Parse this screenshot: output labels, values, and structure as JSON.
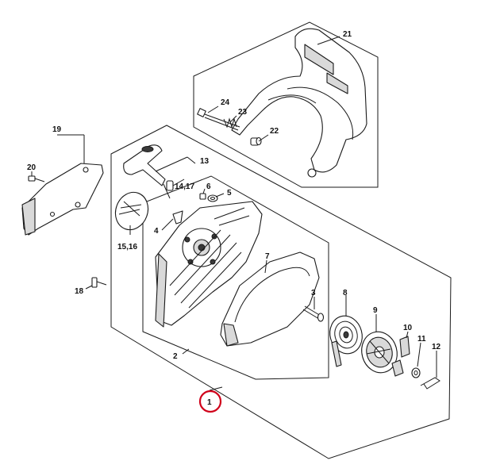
{
  "callouts": {
    "c1": "1",
    "c2": "2",
    "c3": "3",
    "c4": "4",
    "c5": "5",
    "c6": "6",
    "c7": "7",
    "c8": "8",
    "c9": "9",
    "c10": "10",
    "c11": "11",
    "c12": "12",
    "c13": "13",
    "c14_17": "14,17",
    "c15_16": "15,16",
    "c18": "18",
    "c19": "19",
    "c20": "20",
    "c21": "21",
    "c22": "22",
    "c23": "23",
    "c24": "24"
  },
  "colors": {
    "line": "#1a1a1a",
    "highlight_circle": "#d0021b",
    "part_fill": "#ffffff",
    "shade_fill": "#d9d9d9"
  }
}
